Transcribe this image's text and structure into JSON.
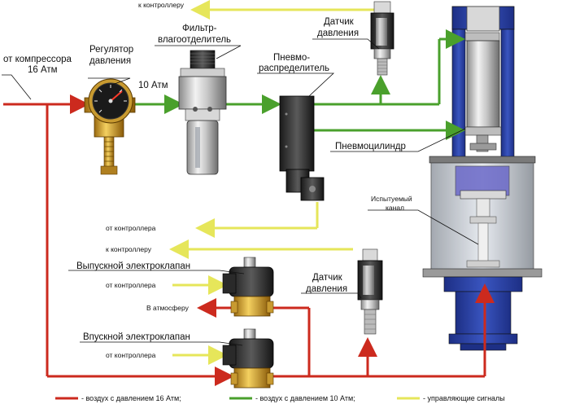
{
  "labels": {
    "from_compressor": "от компрессора",
    "pressure_16": "16 Атм",
    "regulator_line1": "Регулятор",
    "regulator_line2": "давления",
    "pressure_10": "10 Атм",
    "filter_line1": "Фильтр-",
    "filter_line2": "влагоотделитель",
    "pneumo_line1": "Пневмо-",
    "pneumo_line2": "распределитель",
    "sensor_top_line1": "Датчик",
    "sensor_top_line2": "давления",
    "to_controller_top": "к контроллеру",
    "cylinder": "Пневмоцилиндр",
    "channel_line1": "Испытуемый",
    "channel_line2": "канал",
    "from_controller_1": "от контроллера",
    "to_controller_2": "к контроллеру",
    "exhaust_valve": "Выпускной электроклапан",
    "from_controller_2": "от контроллера",
    "to_atmosphere": "В атмосферу",
    "sensor_bottom_line1": "Датчик",
    "sensor_bottom_line2": "давления",
    "inlet_valve": "Впускной электроклапан",
    "from_controller_3": "от контроллера"
  },
  "legend": [
    {
      "text": "- воздух с давлением 16 Атм;",
      "color": "#cc2a1e"
    },
    {
      "text": "- воздух с давлением 10 Атм;",
      "color": "#4aa02c"
    },
    {
      "text": "- управляющие сигналы",
      "color": "#e6e65a"
    }
  ],
  "colors": {
    "line_16": "#cc2a1e",
    "line_10": "#4aa02c",
    "signal": "#e6e65a",
    "frame_blue": "#2a3f9e"
  }
}
